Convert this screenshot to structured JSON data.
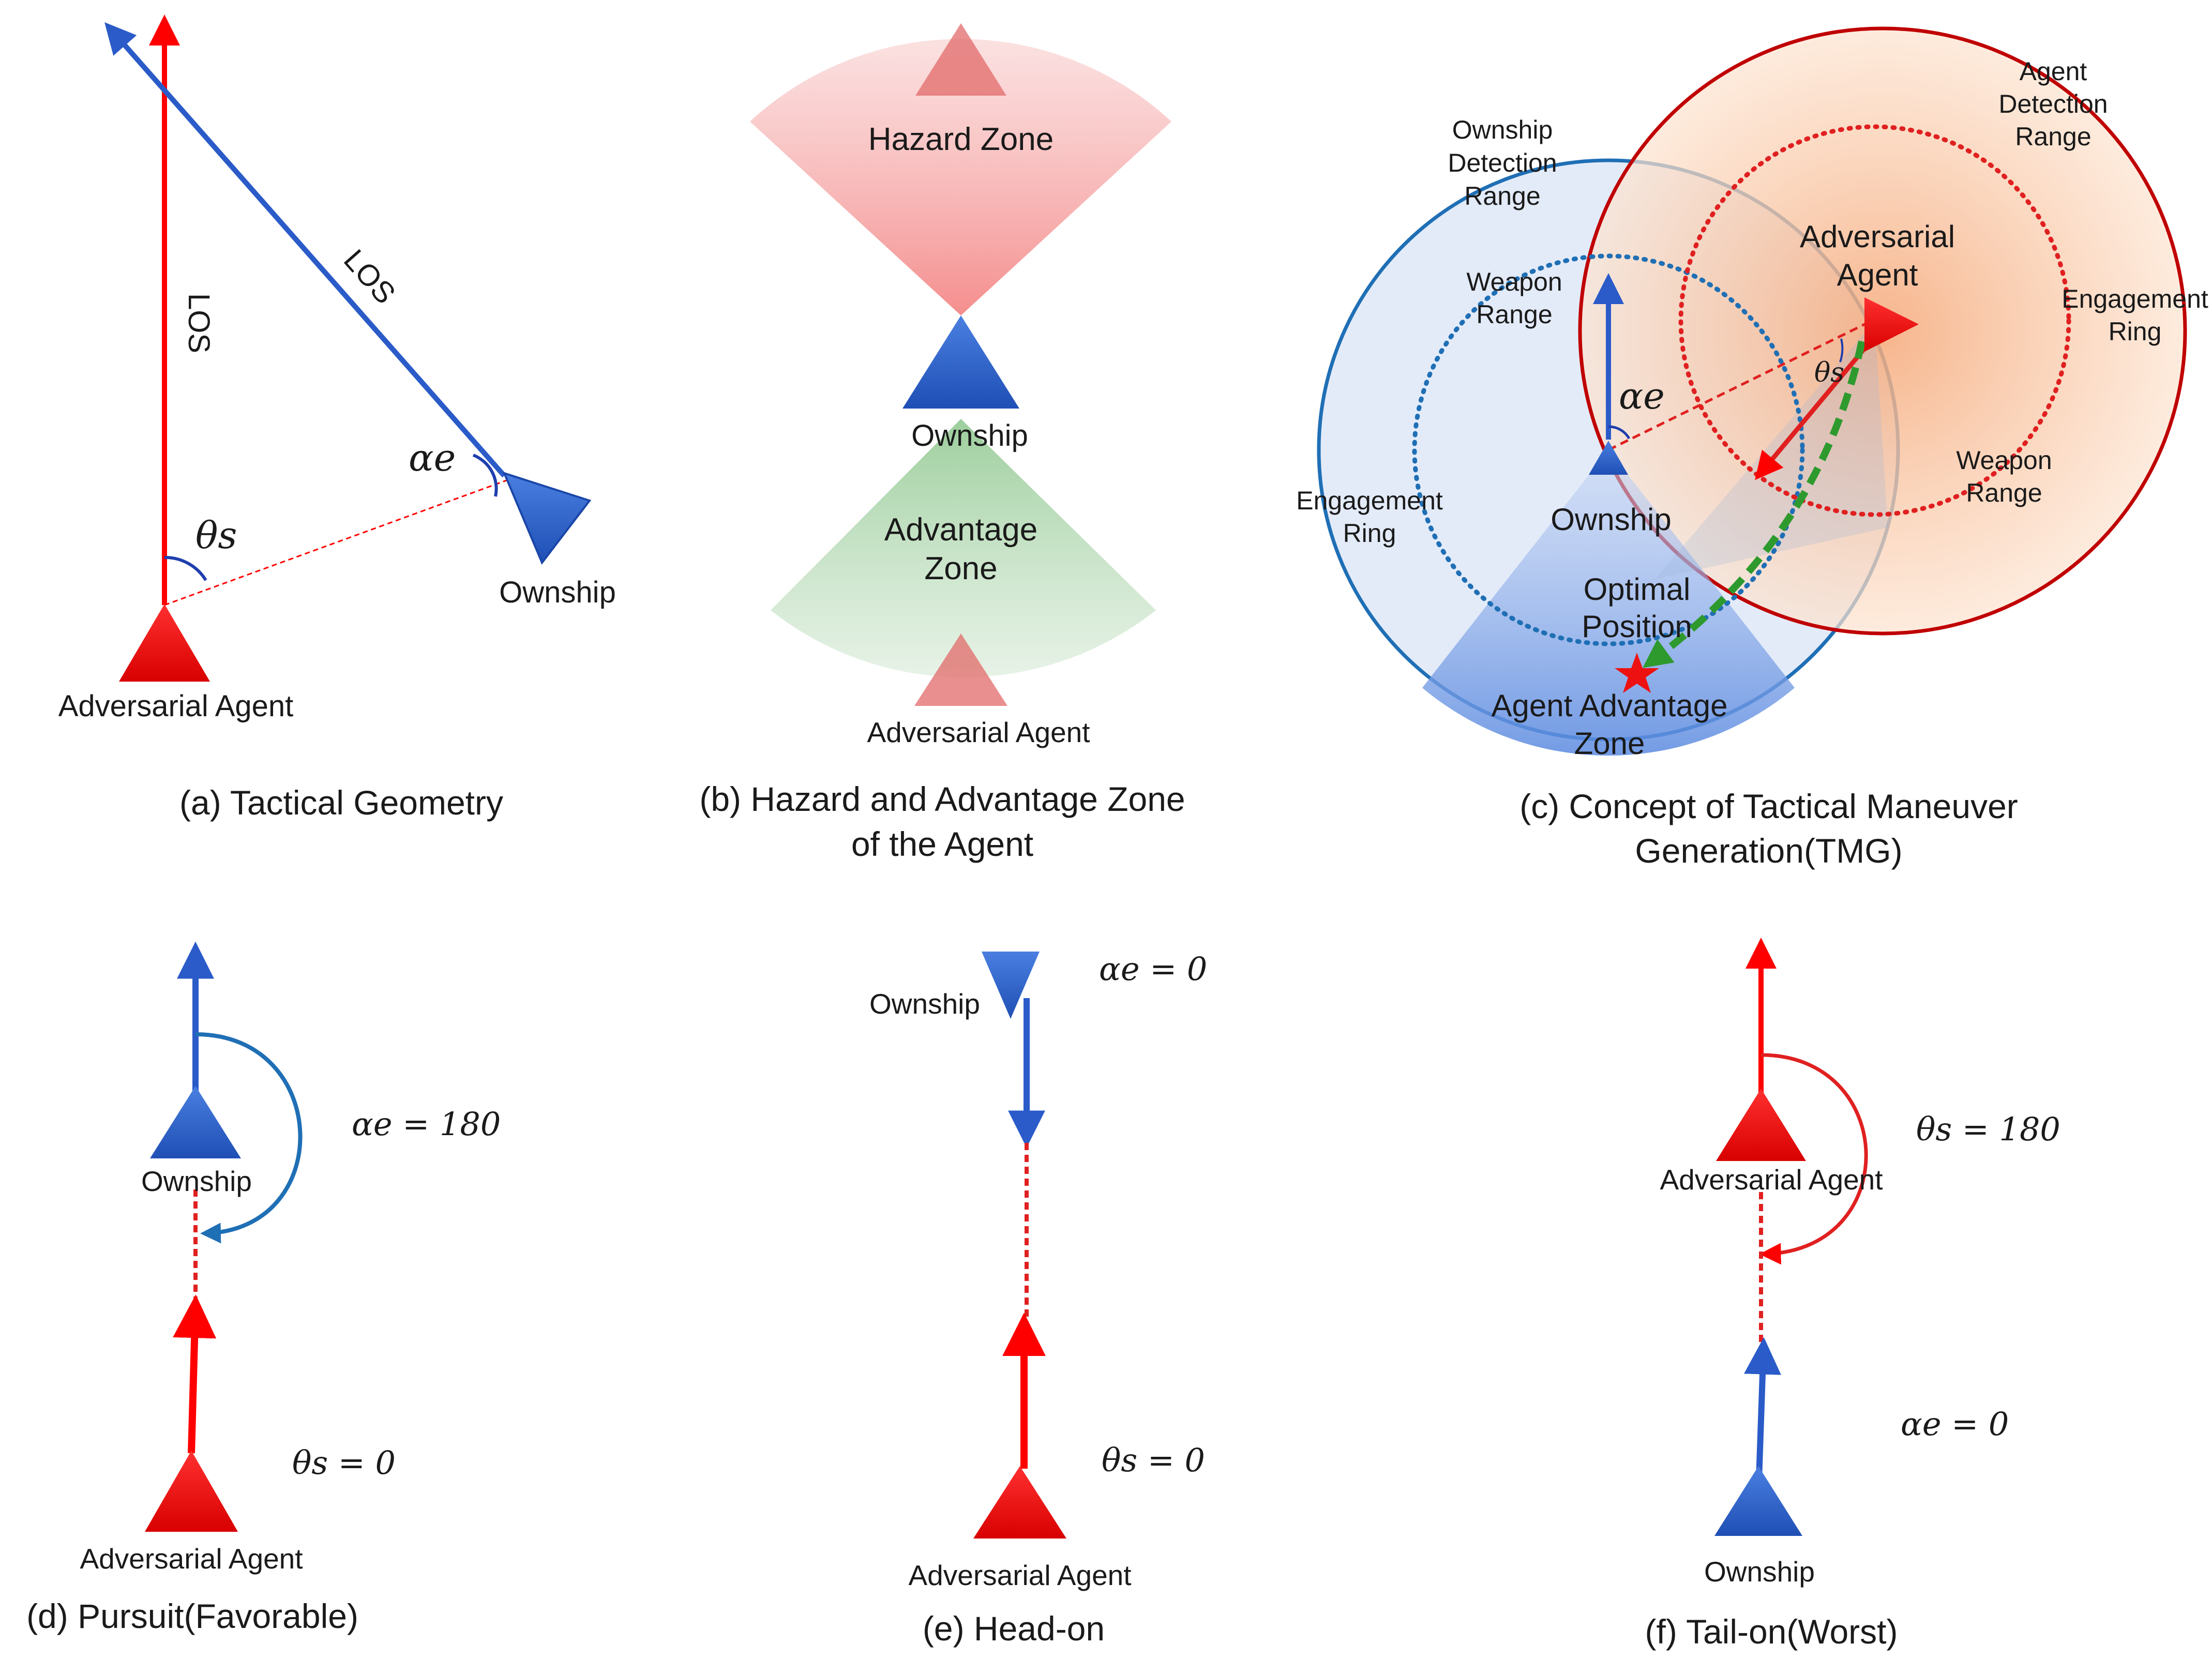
{
  "colors": {
    "red": "#ff0000",
    "blue": "#2f63cf",
    "blue_dark": "#1f4fb5",
    "line_blue": "#2a5bc8",
    "ownship_range": "#1f6fb5",
    "agent_range": "#c00000",
    "green_path": "#2e9a2e",
    "hazard": "#f4a6a6",
    "advantage": "#a9d3a9"
  },
  "icons": {
    "ownship": "blue-triangle-icon",
    "agent": "red-triangle-icon",
    "optimal": "red-star-icon"
  },
  "panel_a": {
    "caption": "(a) Tactical Geometry",
    "los_vertical": "LOS",
    "los_diagonal": "LOS",
    "alpha_e": "αe",
    "theta_s": "θs",
    "ownship": "Ownship",
    "agent": "Adversarial Agent"
  },
  "panel_b": {
    "caption_line1": "(b) Hazard and Advantage Zone",
    "caption_line2": "of the Agent",
    "hazard_zone": "Hazard Zone",
    "ownship": "Ownship",
    "advantage_zone_line1": "Advantage",
    "advantage_zone_line2": "Zone",
    "agent": "Adversarial Agent"
  },
  "panel_c": {
    "caption_line1": "(c) Concept of Tactical Maneuver",
    "caption_line2": "Generation(TMG)",
    "ownship_detection": [
      "Ownship",
      "Detection",
      "Range"
    ],
    "agent_detection": [
      "Agent",
      "Detection",
      "Range"
    ],
    "adversarial_agent": [
      "Adversarial",
      "Agent"
    ],
    "ownship_weapon": [
      "Weapon",
      "Range"
    ],
    "agent_engagement": [
      "Engagement",
      "Ring"
    ],
    "ownship_engagement": [
      "Engagement",
      "Ring"
    ],
    "agent_weapon": [
      "Weapon",
      "Range"
    ],
    "ownship": "Ownship",
    "optimal_position": [
      "Optimal",
      "Position"
    ],
    "agent_advantage_zone": [
      "Agent Advantage",
      "Zone"
    ],
    "alpha_e": "αe",
    "theta_s": "θs"
  },
  "panel_d": {
    "caption": "(d) Pursuit(Favorable)",
    "ownship": "Ownship",
    "agent": "Adversarial Agent",
    "alpha_eq": "αe = 180",
    "theta_eq": "θs = 0"
  },
  "panel_e": {
    "caption": "(e) Head-on",
    "ownship": "Ownship",
    "agent": "Adversarial Agent",
    "alpha_eq": "αe = 0",
    "theta_eq": "θs = 0"
  },
  "panel_f": {
    "caption": "(f) Tail-on(Worst)",
    "agent": "Adversarial Agent",
    "ownship": "Ownship",
    "theta_eq": "θs = 180",
    "alpha_eq": "αe = 0"
  }
}
